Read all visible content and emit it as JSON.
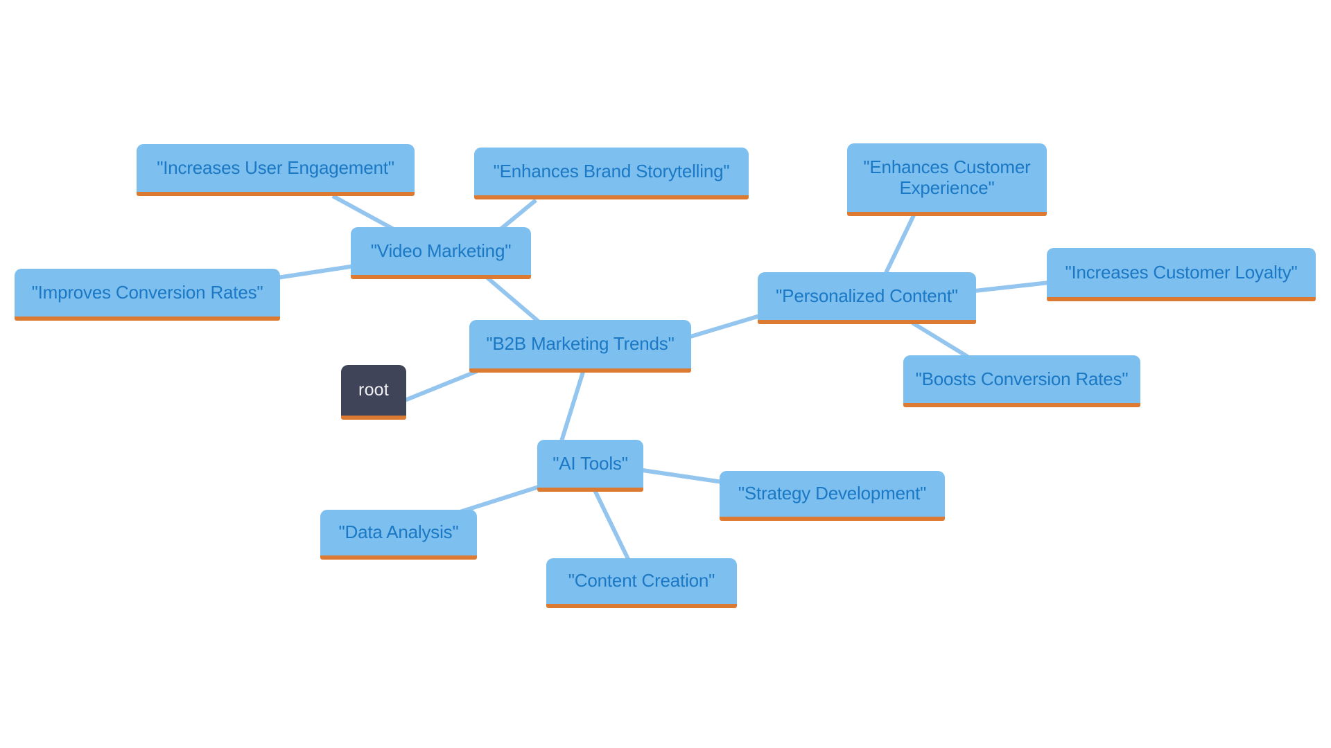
{
  "diagram": {
    "type": "mindmap",
    "background": "#ffffff",
    "colors": {
      "node_fill": "#7dbfee",
      "node_underline": "#dd7a31",
      "node_text": "#1b78c4",
      "root_fill": "#3f4459",
      "root_text": "#f0f0f2",
      "edge": "#93c5ef"
    },
    "nodes": {
      "root": {
        "label": "root"
      },
      "b2b_marketing_trends": {
        "label": "\"B2B Marketing Trends\""
      },
      "video_marketing": {
        "label": "\"Video Marketing\""
      },
      "increases_user_engagement": {
        "label": "\"Increases User Engagement\""
      },
      "enhances_brand_storytelling": {
        "label": "\"Enhances Brand Storytelling\""
      },
      "improves_conversion_rates": {
        "label": "\"Improves Conversion Rates\""
      },
      "personalized_content": {
        "label": "\"Personalized Content\""
      },
      "enhances_customer_experience": {
        "label": "\"Enhances Customer Experience\""
      },
      "increases_customer_loyalty": {
        "label": "\"Increases Customer Loyalty\""
      },
      "boosts_conversion_rates": {
        "label": "\"Boosts Conversion Rates\""
      },
      "ai_tools": {
        "label": "\"AI Tools\""
      },
      "strategy_development": {
        "label": "\"Strategy Development\""
      },
      "data_analysis": {
        "label": "\"Data Analysis\""
      },
      "content_creation": {
        "label": "\"Content Creation\""
      }
    },
    "edges": [
      {
        "from": "increases_user_engagement",
        "to": "video_marketing"
      },
      {
        "from": "enhances_brand_storytelling",
        "to": "video_marketing"
      },
      {
        "from": "improves_conversion_rates",
        "to": "video_marketing"
      },
      {
        "from": "video_marketing",
        "to": "b2b_marketing_trends"
      },
      {
        "from": "root",
        "to": "b2b_marketing_trends"
      },
      {
        "from": "b2b_marketing_trends",
        "to": "ai_tools"
      },
      {
        "from": "b2b_marketing_trends",
        "to": "personalized_content"
      },
      {
        "from": "enhances_customer_experience",
        "to": "personalized_content"
      },
      {
        "from": "personalized_content",
        "to": "increases_customer_loyalty"
      },
      {
        "from": "personalized_content",
        "to": "boosts_conversion_rates"
      },
      {
        "from": "ai_tools",
        "to": "strategy_development"
      },
      {
        "from": "ai_tools",
        "to": "data_analysis"
      },
      {
        "from": "ai_tools",
        "to": "content_creation"
      }
    ]
  }
}
